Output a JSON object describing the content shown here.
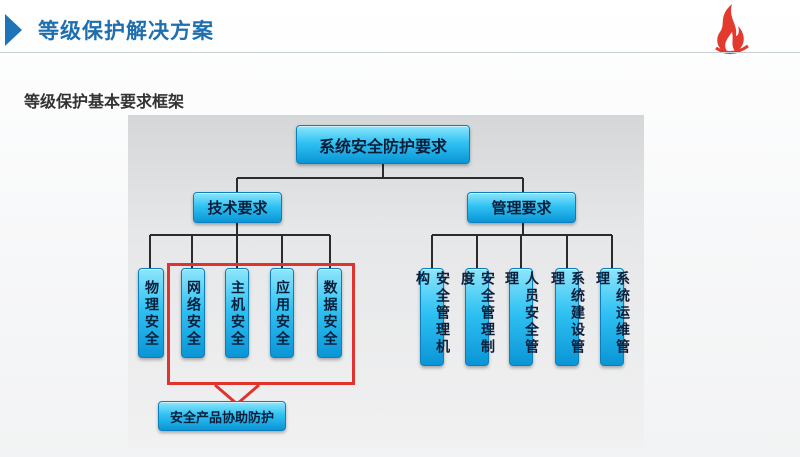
{
  "header": {
    "title": "等级保护解决方案",
    "accent_color": "#1f73b7",
    "logo_icon": "flame-logo-icon"
  },
  "subtitle": "等级保护基本要求框架",
  "diagram": {
    "root": "系统安全防护要求",
    "technical": {
      "label": "技术要求",
      "children": [
        "物理安全",
        "网络安全",
        "主机安全",
        "应用安全",
        "数据安全"
      ]
    },
    "management": {
      "label": "管理要求",
      "children": [
        "安全管理机构",
        "安全管理制度",
        "人员安全管理",
        "系统建设管理",
        "系统运维管理"
      ]
    },
    "callout": "安全产品协助防护",
    "box_color": "#30c2f3",
    "highlight_color": "#e0332e"
  }
}
